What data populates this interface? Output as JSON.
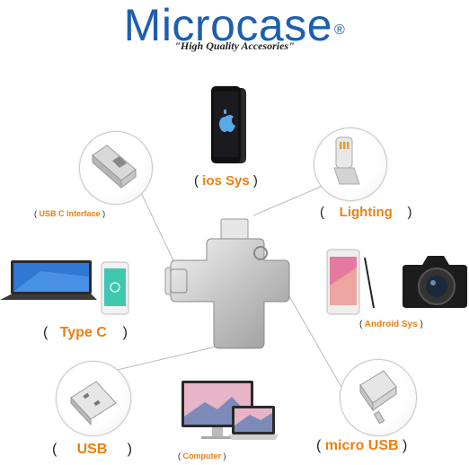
{
  "brand": {
    "name": "Microcase",
    "mark": "®",
    "tagline": "\"High Quality Accesories\""
  },
  "labels": {
    "ios": "ios Sys",
    "usbc": "USB C Interface",
    "lighting": "Lighting",
    "typec": "Type C",
    "android": "Android Sys",
    "usb": "USB",
    "computer": "Computer",
    "microusb": "micro USB",
    "open": "(",
    "close": ")"
  },
  "colors": {
    "brand": "#1c5fb0",
    "label": "#ec7f10"
  }
}
